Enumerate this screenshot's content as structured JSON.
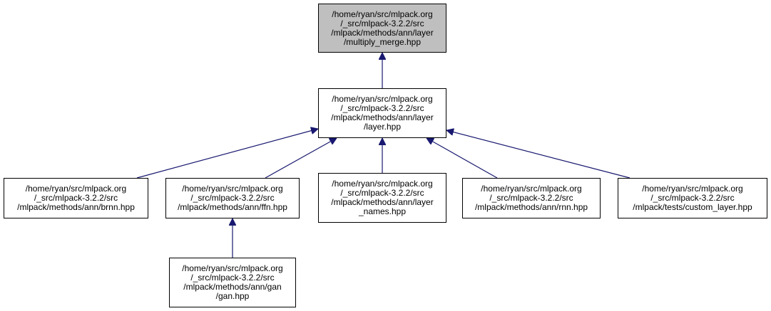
{
  "colors": {
    "edge": "#191970",
    "root_fill": "#bfbfbf",
    "node_fill": "#ffffff",
    "border": "#000000"
  },
  "nodes": [
    {
      "id": "multiply-merge",
      "lines": [
        "/home/ryan/src/mlpack.org",
        "/_src/mlpack-3.2.2/src",
        "/mlpack/methods/ann/layer",
        "/multiply_merge.hpp"
      ]
    },
    {
      "id": "layer",
      "lines": [
        "/home/ryan/src/mlpack.org",
        "/_src/mlpack-3.2.2/src",
        "/mlpack/methods/ann/layer",
        "/layer.hpp"
      ]
    },
    {
      "id": "brnn",
      "lines": [
        "/home/ryan/src/mlpack.org",
        "/_src/mlpack-3.2.2/src",
        "/mlpack/methods/ann/brnn.hpp"
      ]
    },
    {
      "id": "ffn",
      "lines": [
        "/home/ryan/src/mlpack.org",
        "/_src/mlpack-3.2.2/src",
        "/mlpack/methods/ann/ffn.hpp"
      ]
    },
    {
      "id": "layer-names",
      "lines": [
        "/home/ryan/src/mlpack.org",
        "/_src/mlpack-3.2.2/src",
        "/mlpack/methods/ann/layer",
        "_names.hpp"
      ]
    },
    {
      "id": "rnn",
      "lines": [
        "/home/ryan/src/mlpack.org",
        "/_src/mlpack-3.2.2/src",
        "/mlpack/methods/ann/rnn.hpp"
      ]
    },
    {
      "id": "custom-layer",
      "lines": [
        "/home/ryan/src/mlpack.org",
        "/_src/mlpack-3.2.2/src",
        "/mlpack/tests/custom_layer.hpp"
      ]
    },
    {
      "id": "gan",
      "lines": [
        "/home/ryan/src/mlpack.org",
        "/_src/mlpack-3.2.2/src",
        "/mlpack/methods/ann/gan",
        "/gan.hpp"
      ]
    }
  ],
  "edges": [
    {
      "from": "layer",
      "to": "multiply-merge"
    },
    {
      "from": "brnn",
      "to": "layer"
    },
    {
      "from": "ffn",
      "to": "layer"
    },
    {
      "from": "layer-names",
      "to": "layer"
    },
    {
      "from": "rnn",
      "to": "layer"
    },
    {
      "from": "custom-layer",
      "to": "layer"
    },
    {
      "from": "gan",
      "to": "ffn"
    }
  ]
}
